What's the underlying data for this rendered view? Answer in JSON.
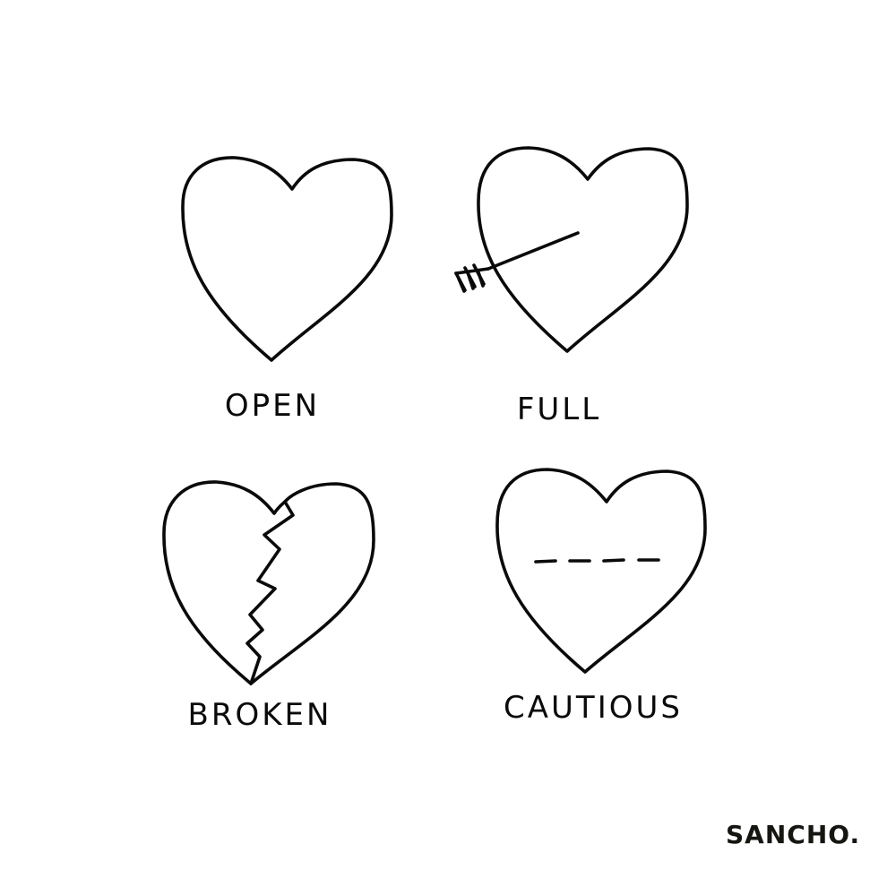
{
  "hearts": [
    {
      "label": "OPEN",
      "decoration": "none"
    },
    {
      "label": "FULL",
      "decoration": "arrow-through"
    },
    {
      "label": "BROKEN",
      "decoration": "zigzag-crack"
    },
    {
      "label": "CAUTIOUS",
      "decoration": "dashed-line"
    }
  ],
  "signature": "SANCHO.",
  "colors": {
    "background": "#ffffff",
    "ink": "#0a0a0a"
  }
}
